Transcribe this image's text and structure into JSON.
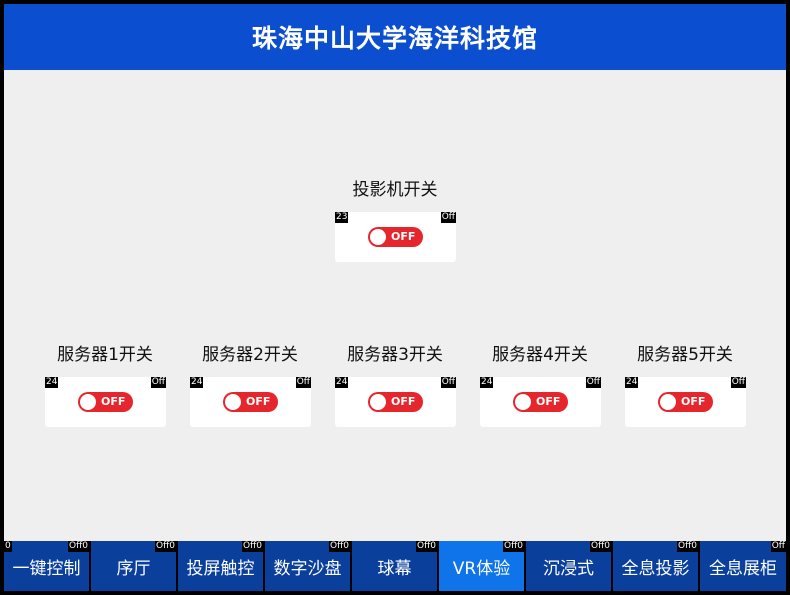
{
  "header": {
    "title": "珠海中山大学海洋科技馆"
  },
  "projector": {
    "label": "投影机开关",
    "left_tag": "23",
    "right_tag": "Off",
    "state": "OFF"
  },
  "servers": [
    {
      "label": "服务器1开关",
      "left_tag": "24",
      "right_tag": "Off",
      "state": "OFF"
    },
    {
      "label": "服务器2开关",
      "left_tag": "24",
      "right_tag": "Off",
      "state": "OFF"
    },
    {
      "label": "服务器3开关",
      "left_tag": "24",
      "right_tag": "Off",
      "state": "OFF"
    },
    {
      "label": "服务器4开关",
      "left_tag": "24",
      "right_tag": "Off",
      "state": "OFF"
    },
    {
      "label": "服务器5开关",
      "left_tag": "24",
      "right_tag": "Off",
      "state": "OFF"
    }
  ],
  "nav": {
    "first_tag": "0",
    "items": [
      {
        "label": "一键控制",
        "tag": "Off0"
      },
      {
        "label": "序厅",
        "tag": "Off0"
      },
      {
        "label": "投屏触控",
        "tag": "Off0"
      },
      {
        "label": "数字沙盘",
        "tag": "Off0"
      },
      {
        "label": "球幕",
        "tag": "Off0"
      },
      {
        "label": "VR体验",
        "tag": "Off0"
      },
      {
        "label": "沉浸式",
        "tag": "Off0"
      },
      {
        "label": "全息投影",
        "tag": "Off0"
      },
      {
        "label": "全息展柜",
        "tag": "Off"
      }
    ],
    "active_index": 5
  },
  "colors": {
    "header_bg": "#0b4fd0",
    "nav_bg": "#0a3f9c",
    "nav_active": "#0f73ea",
    "toggle_off": "#e6262d",
    "panel_bg": "#efefef"
  }
}
